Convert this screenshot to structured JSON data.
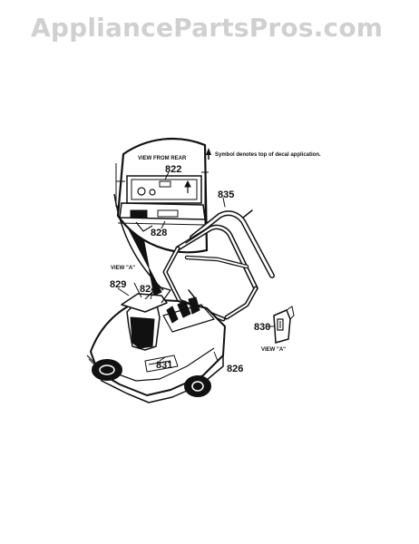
{
  "watermark": "AppliancePartsPros.com",
  "notes": {
    "symbol_note": "Symbol denotes top of decal application.",
    "view_from_rear": "VIEW FROM REAR",
    "view_a_main": "VIEW \"A\"",
    "view_a_detail": "VIEW \"A\""
  },
  "parts": {
    "p822": "822",
    "p828": "828",
    "p835": "835",
    "p829": "829",
    "p824": "824",
    "p830": "830",
    "p831": "831",
    "p826": "826"
  },
  "colors": {
    "ink": "#111111",
    "watermark": "#d0d0d0"
  }
}
